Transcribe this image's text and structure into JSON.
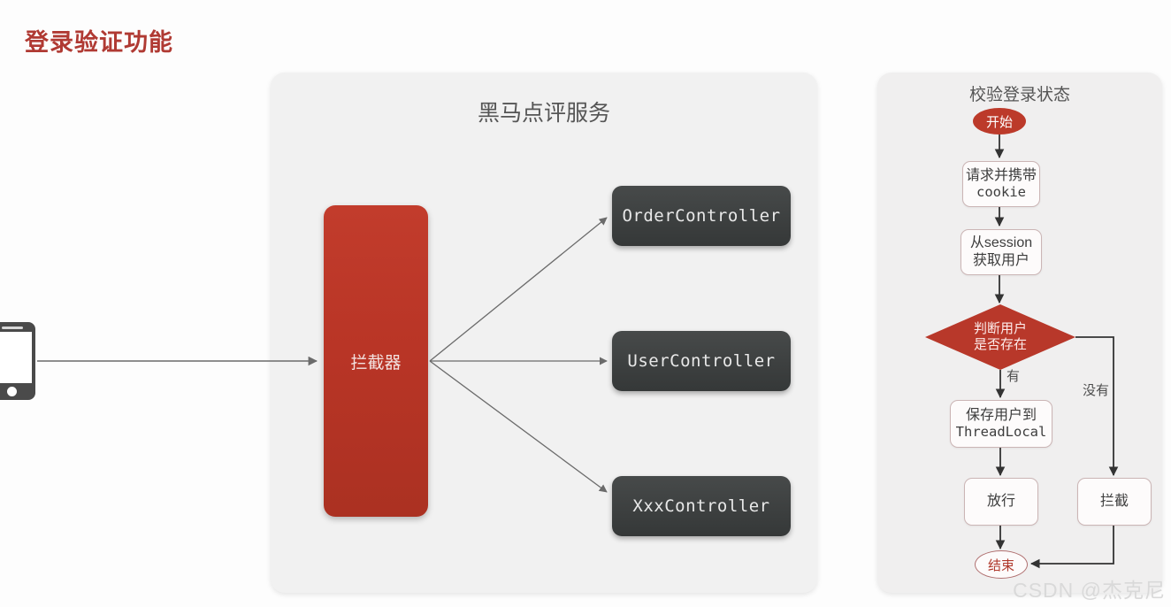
{
  "page": {
    "title": "登录验证功能",
    "title_color": "#b03a33",
    "background": "#fdfdfd",
    "watermark": "CSDN @杰克尼"
  },
  "client": {
    "icon": "smartphone-icon",
    "arrow_to": "拦截器"
  },
  "service_panel": {
    "title": "黑马点评服务",
    "panel_color": "#f1f1f1",
    "interceptor": {
      "label": "拦截器",
      "color": "#b93526",
      "text_color": "#f3e2e0"
    },
    "controllers": [
      {
        "label": "OrderController",
        "color": "#3d4040"
      },
      {
        "label": "UserController",
        "color": "#3d4040"
      },
      {
        "label": "XxxController",
        "color": "#3d4040"
      }
    ]
  },
  "flow_panel": {
    "title": "校验登录状态",
    "panel_color": "#f0efef",
    "nodes": {
      "start": {
        "label": "开始",
        "shape": "ellipse",
        "color": "#bc3a2a"
      },
      "request_cookie": {
        "line1": "请求并携带",
        "line2": "cookie",
        "shape": "rounded-rect"
      },
      "get_user": {
        "line1": "从session",
        "line2": "获取用户",
        "shape": "rounded-rect"
      },
      "decision": {
        "line1": "判断用户",
        "line2": "是否存在",
        "shape": "diamond",
        "color": "#b8382a"
      },
      "save_threadlocal": {
        "line1": "保存用户到",
        "line2": "ThreadLocal",
        "shape": "rounded-rect"
      },
      "pass": {
        "label": "放行",
        "shape": "rounded-rect"
      },
      "block": {
        "label": "拦截",
        "shape": "rounded-rect"
      },
      "end": {
        "label": "结束",
        "shape": "ellipse",
        "color": "#b0392c"
      }
    },
    "branch_labels": {
      "yes": "有",
      "no": "没有"
    }
  }
}
